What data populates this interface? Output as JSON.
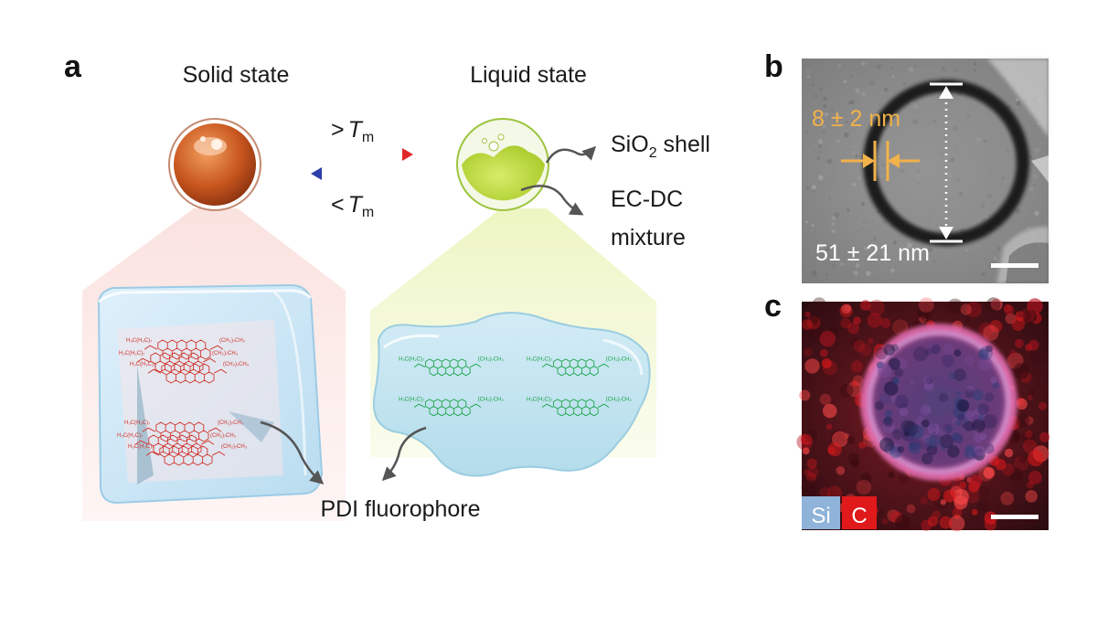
{
  "panels": {
    "a": {
      "label": "a",
      "solid_title": "Solid state",
      "liquid_title": "Liquid state",
      "heat_symbol": ">",
      "cool_symbol": "<",
      "tm_symbol": "T",
      "tm_subscript": "m",
      "shell_label_prefix": "SiO",
      "shell_label_sub": "2",
      "shell_label_suffix": " shell",
      "mixture_line1": "EC-DC",
      "mixture_line2": "mixture",
      "fluorophore_label": "PDI fluorophore",
      "solid_mol_color": "#d0342c",
      "liquid_mol_color": "#1aa34a",
      "solid_mol_sub_top": "H₃C(H₂C)₇",
      "solid_mol_sub_right": "(CH₂)₇CH₃",
      "liquid_mol_sub_left": "H₃C(H₂C)₇",
      "liquid_mol_sub_right": "(CH₂)₇CH₃"
    },
    "b": {
      "label": "b",
      "shell_thickness": "8 ± 2 nm",
      "diameter": "51 ± 21 nm",
      "annotation_color": "#f2b24a"
    },
    "c": {
      "label": "c",
      "si_label": "Si",
      "c_label": "C",
      "si_color": "#8fb3d9",
      "c_color": "#e0191b"
    }
  }
}
